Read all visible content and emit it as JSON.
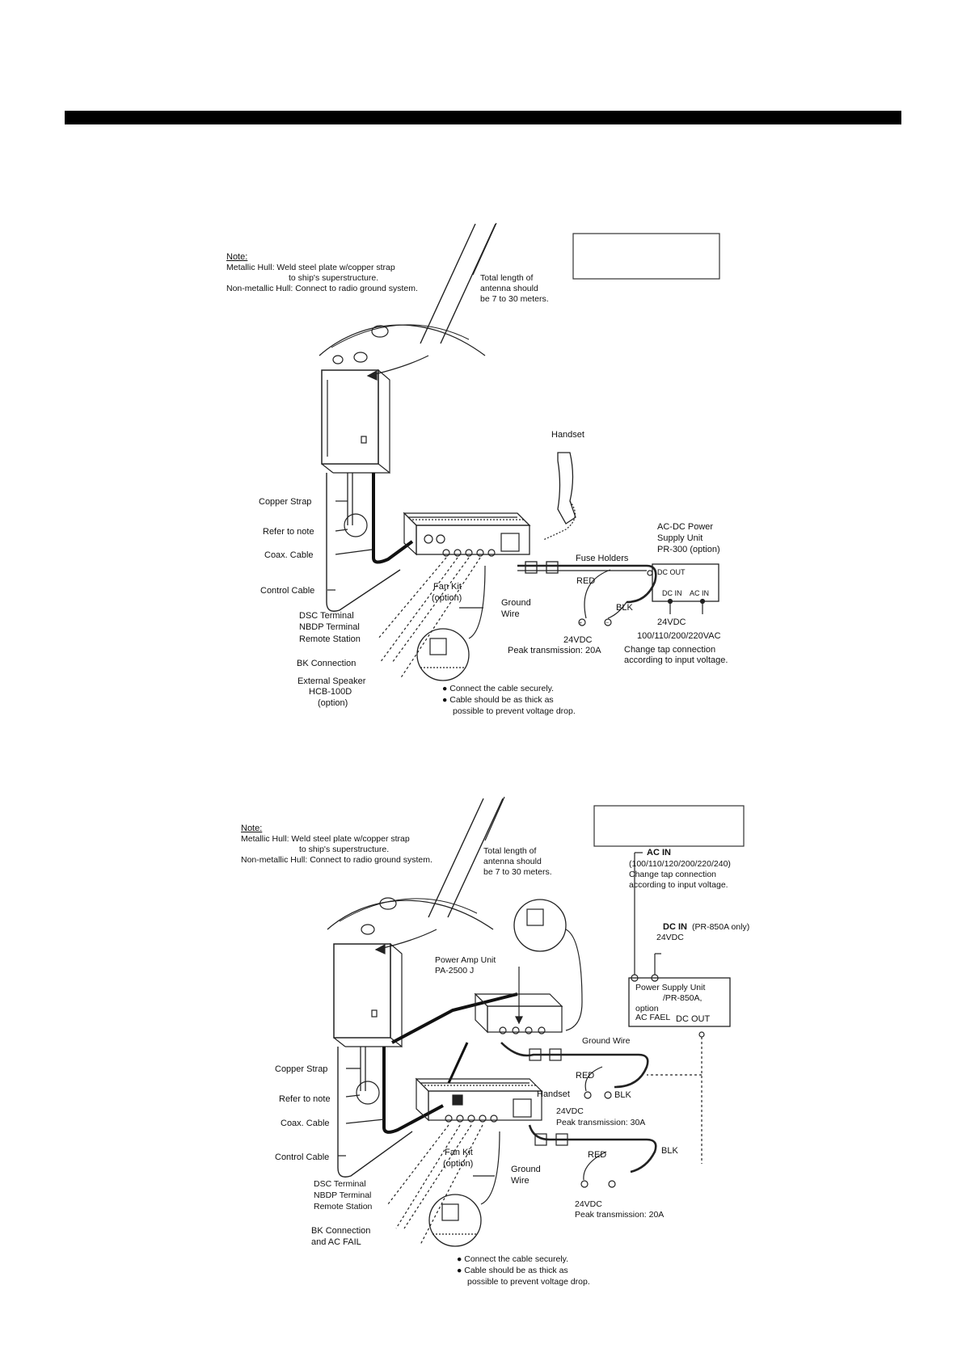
{
  "diagram1": {
    "note_title": "Note:",
    "note_line1": "Metallic Hull: Weld steel plate w/copper strap",
    "note_line2": "to ship's superstructure.",
    "note_line3": "Non-metallic Hull: Connect to radio ground system.",
    "antenna_line1": "Total length of",
    "antenna_line2": "antenna should",
    "antenna_line3": "be 7 to 30 meters.",
    "handset": "Handset",
    "copper_strap": "Copper Strap",
    "refer_to_note": "Refer to note",
    "coax_cable": "Coax. Cable",
    "control_cable": "Control Cable",
    "dsc_terminal": "DSC Terminal",
    "nbdp_terminal": "NBDP Terminal",
    "remote_station": "Remote Station",
    "bk_connection": "BK Connection",
    "ext_speaker_1": "External Speaker",
    "ext_speaker_2": "HCB-100D",
    "ext_speaker_3": "(option)",
    "fan_kit_1": "Fan Kit",
    "fan_kit_2": "(option)",
    "ground_1": "Ground",
    "ground_2": "Wire",
    "fuse_holders": "Fuse Holders",
    "red": "RED",
    "blk": "BLK",
    "vdc": "24VDC",
    "peak": "Peak transmission: 20A",
    "psu_1": "AC-DC Power",
    "psu_2": "Supply Unit",
    "psu_3": "PR-300 (option)",
    "dc_out": "DC OUT",
    "dc_in": "DC IN",
    "ac_in": "AC IN",
    "psu_vdc": "24VDC",
    "vac": "100/110/200/220VAC",
    "tap_1": "Change tap connection",
    "tap_2": "according to input voltage.",
    "bullet_1": "● Connect the cable securely.",
    "bullet_2": "● Cable should be as thick as",
    "bullet_3": "possible to prevent voltage drop."
  },
  "diagram2": {
    "note_title": "Note:",
    "note_line1": "Metallic Hull: Weld steel plate w/copper strap",
    "note_line2": "to ship's superstructure.",
    "note_line3": "Non-metallic Hull: Connect to radio ground system.",
    "antenna_line1": "Total length of",
    "antenna_line2": "antenna should",
    "antenna_line3": "be 7 to 30 meters.",
    "ac_in_title": "AC IN",
    "ac_in_1": "(100/110/120/200/220/240)",
    "ac_in_2": "Change tap connection",
    "ac_in_3": "according to input voltage.",
    "dc_in_title": "DC IN",
    "dc_in_note": "(PR-850A only)",
    "dc_in_vdc": "24VDC",
    "pa_1": "Power Amp Unit",
    "pa_2": "PA-2500 J",
    "psu_1": "Power Supply Unit",
    "psu_2": "/PR-850A,",
    "psu_3": "option",
    "psu_4": "AC FAEL",
    "psu_dc_out": "DC OUT",
    "ground_wire_top": "Ground Wire",
    "copper_strap": "Copper Strap",
    "refer_to_note": "Refer to note",
    "coax_cable": "Coax. Cable",
    "control_cable": "Control Cable",
    "handset": "Handset",
    "red_1": "RED",
    "blk_1": "BLK",
    "vdc_1": "24VDC",
    "peak_1": "Peak transmission: 30A",
    "fan_kit_1": "Fan Kit",
    "fan_kit_2": "(option)",
    "ground_1": "Ground",
    "ground_2": "Wire",
    "red_2": "RED",
    "blk_2": "BLK",
    "vdc_2": "24VDC",
    "peak_2": "Peak transmission: 20A",
    "dsc_terminal": "DSC Terminal",
    "nbdp_terminal": "NBDP Terminal",
    "remote_station": "Remote Station",
    "bk_1": "BK Connection",
    "bk_2": "and AC FAIL",
    "bullet_1": "● Connect the cable securely.",
    "bullet_2": "● Cable should be as thick as",
    "bullet_3": "possible to prevent voltage drop."
  }
}
